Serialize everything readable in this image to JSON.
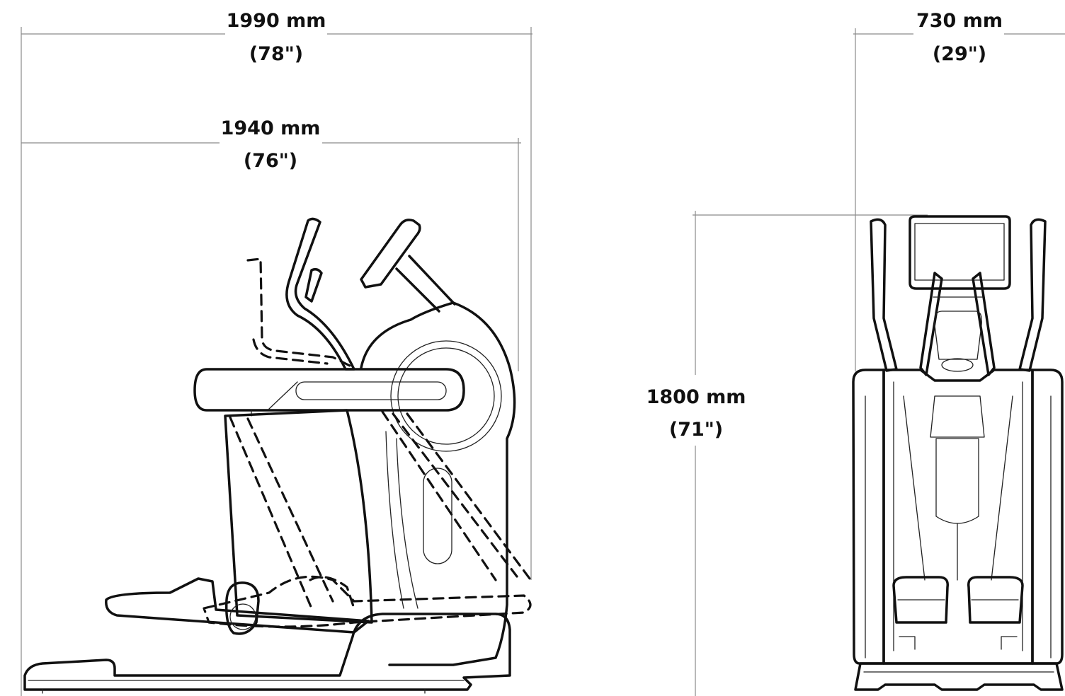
{
  "dimensions": {
    "overall_length": {
      "mm": "1990 mm",
      "inch": "(78\")"
    },
    "stride_length": {
      "mm": "1940 mm",
      "inch": "(76\")"
    },
    "height": {
      "mm": "1800 mm",
      "inch": "(71\")"
    },
    "width": {
      "mm": "730 mm",
      "inch": "(29\")"
    }
  },
  "colors": {
    "line": "#111111",
    "dimension_line": "#8a8a8a",
    "background": "#ffffff"
  }
}
